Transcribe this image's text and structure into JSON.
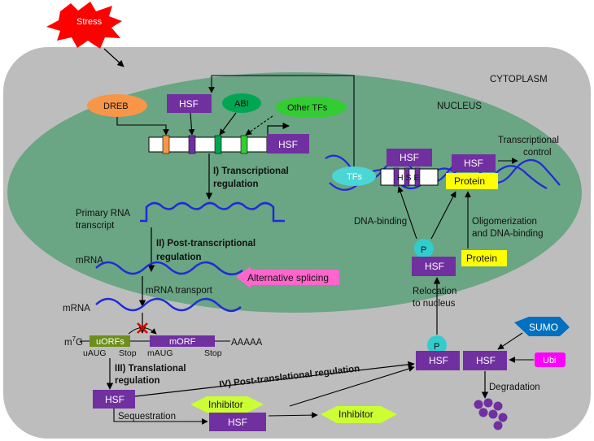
{
  "compartments": {
    "cytoplasm": "CYTOPLASM",
    "nucleus": "NUCLEUS"
  },
  "colors": {
    "cytoplasm": "#bdbdbd",
    "nucleus": "#6aa584",
    "hsf": "#7030a0",
    "dreb": "#f79646",
    "abi": "#00a651",
    "other_tfs": "#33cc33",
    "tfs": "#4bd6d6",
    "protein": "#ffff00",
    "alt_splicing": "#ff66cc",
    "sumo": "#0070c0",
    "ubi": "#ff00ff",
    "inhibitor": "#ccff33",
    "stress": "#ff0000",
    "rna_line": "#1f2bd6",
    "uorf": "#6c8e1b"
  },
  "nodes": {
    "stress": "Stress",
    "dreb": "DREB",
    "hsf_top": "HSF",
    "abi": "ABI",
    "other_tfs": "Other TFs",
    "hsf_gene": "HSF",
    "tfs": "TFs",
    "hsf_nuc_left": "HSF",
    "hse": "H S E",
    "hsf_nuc_right": "HSF",
    "protein_top": "Protein",
    "p_mid": "P",
    "hsf_mid": "HSF",
    "protein_mid": "Protein",
    "alt_splicing": "Alternative splicing",
    "uorfs": "uORFs",
    "morf": "mORF",
    "hsf_p_bottom": "HSF",
    "p_bottom": "P",
    "hsf_ubi_target": "HSF",
    "sumo": "SUMO",
    "ubi": "Ubi",
    "hsf_translation": "HSF",
    "inhibitor_left": "Inhibitor",
    "hsf_sequestered": "HSF",
    "inhibitor_right": "Inhibitor"
  },
  "labels": {
    "transcriptional_regulation_line1": "I) Transcriptional",
    "transcriptional_regulation_line2": "regulation",
    "primary_rna_line1": "Primary RNA",
    "primary_rna_line2": "transcript",
    "post_transcriptional_line1": "II) Post-transcriptional",
    "post_transcriptional_line2": "regulation",
    "mrna_1": "mRNA",
    "mrna_transport": "mRNA transport",
    "mrna_2": "mRNA",
    "m7g": "m",
    "m7g_sup": "7",
    "m7g_g": "G",
    "aaaaa": "AAAAA",
    "uaug": "uAUG",
    "stop_1": "Stop",
    "maug": "mAUG",
    "stop_2": "Stop",
    "translational_line1": "III) Translational",
    "translational_line2": "regulation",
    "post_translational": "IV) Post-translational  regulation",
    "sequestration": "Sequestration",
    "degradation": "Degradation",
    "transcriptional_control_line1": "Transcriptional",
    "transcriptional_control_line2": "control",
    "dna_binding": "DNA-binding",
    "oligomerization_line1": "Oligomerization",
    "oligomerization_line2": "and DNA-binding",
    "relocation_line1": "Relocation",
    "relocation_line2": "to nucleus"
  }
}
